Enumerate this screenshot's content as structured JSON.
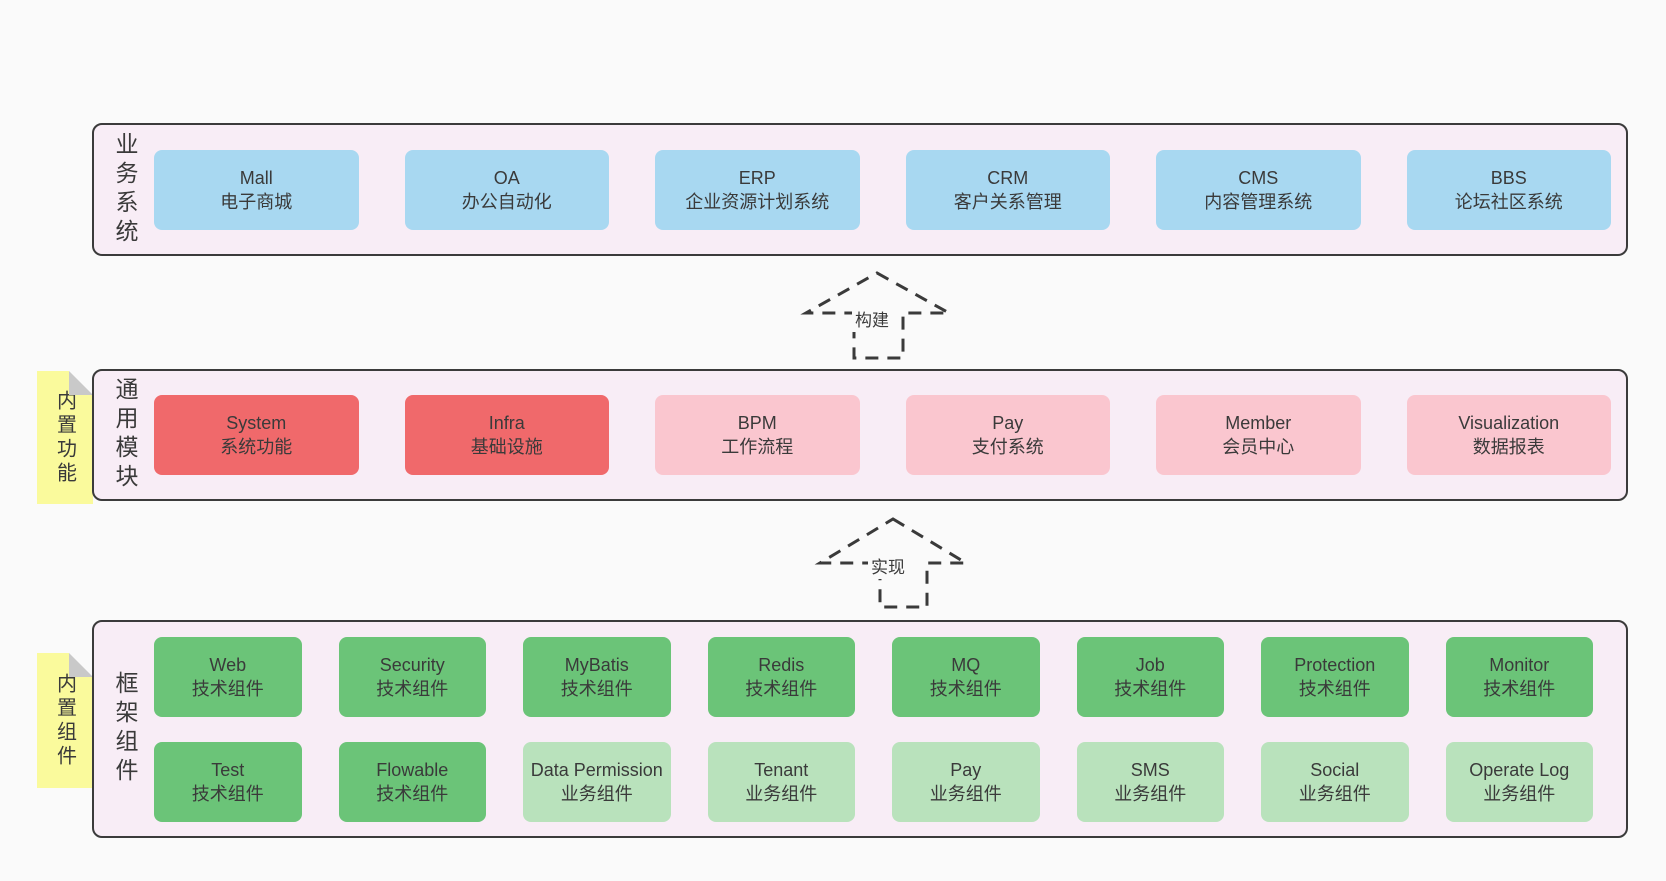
{
  "palette": {
    "page_bg": "#fafafa",
    "band_bg": "#f8edf6",
    "band_border": "#3b3b3b",
    "text": "#3a3a3a",
    "blue": "#a8d8f1",
    "red": "#f0696b",
    "pink": "#fac6cf",
    "green": "#6bc478",
    "light_green": "#b9e2bc",
    "note_yellow": "#fafa9c",
    "note_fold": "#c9c9c9",
    "arrow": "#3a3a3a"
  },
  "bands": [
    {
      "id": "business-systems",
      "label": "业务系统",
      "note": null,
      "rows": [
        [
          {
            "title": "Mall",
            "subtitle": "电子商城",
            "color": "blue"
          },
          {
            "title": "OA",
            "subtitle": "办公自动化",
            "color": "blue"
          },
          {
            "title": "ERP",
            "subtitle": "企业资源计划系统",
            "color": "blue"
          },
          {
            "title": "CRM",
            "subtitle": "客户关系管理",
            "color": "blue"
          },
          {
            "title": "CMS",
            "subtitle": "内容管理系统",
            "color": "blue"
          },
          {
            "title": "BBS",
            "subtitle": "论坛社区系统",
            "color": "blue"
          }
        ]
      ]
    },
    {
      "id": "common-modules",
      "label": "通用模块",
      "note": "内置功能",
      "rows": [
        [
          {
            "title": "System",
            "subtitle": "系统功能",
            "color": "red"
          },
          {
            "title": "Infra",
            "subtitle": "基础设施",
            "color": "red"
          },
          {
            "title": "BPM",
            "subtitle": "工作流程",
            "color": "pink"
          },
          {
            "title": "Pay",
            "subtitle": "支付系统",
            "color": "pink"
          },
          {
            "title": "Member",
            "subtitle": "会员中心",
            "color": "pink"
          },
          {
            "title": "Visualization",
            "subtitle": "数据报表",
            "color": "pink"
          }
        ]
      ]
    },
    {
      "id": "framework-components",
      "label": "框架组件",
      "note": "内置组件",
      "rows": [
        [
          {
            "title": "Web",
            "subtitle": "技术组件",
            "color": "green"
          },
          {
            "title": "Security",
            "subtitle": "技术组件",
            "color": "green"
          },
          {
            "title": "MyBatis",
            "subtitle": "技术组件",
            "color": "green"
          },
          {
            "title": "Redis",
            "subtitle": "技术组件",
            "color": "green"
          },
          {
            "title": "MQ",
            "subtitle": "技术组件",
            "color": "green"
          },
          {
            "title": "Job",
            "subtitle": "技术组件",
            "color": "green"
          },
          {
            "title": "Protection",
            "subtitle": "技术组件",
            "color": "green"
          },
          {
            "title": "Monitor",
            "subtitle": "技术组件",
            "color": "green"
          }
        ],
        [
          {
            "title": "Test",
            "subtitle": "技术组件",
            "color": "green"
          },
          {
            "title": "Flowable",
            "subtitle": "技术组件",
            "color": "green"
          },
          {
            "title": "Data Permission",
            "subtitle": "业务组件",
            "color": "light_green"
          },
          {
            "title": "Tenant",
            "subtitle": "业务组件",
            "color": "light_green"
          },
          {
            "title": "Pay",
            "subtitle": "业务组件",
            "color": "light_green"
          },
          {
            "title": "SMS",
            "subtitle": "业务组件",
            "color": "light_green"
          },
          {
            "title": "Social",
            "subtitle": "业务组件",
            "color": "light_green"
          },
          {
            "title": "Operate Log",
            "subtitle": "业务组件",
            "color": "light_green"
          }
        ]
      ]
    }
  ],
  "arrows": [
    {
      "label": "构建"
    },
    {
      "label": "实现"
    }
  ]
}
